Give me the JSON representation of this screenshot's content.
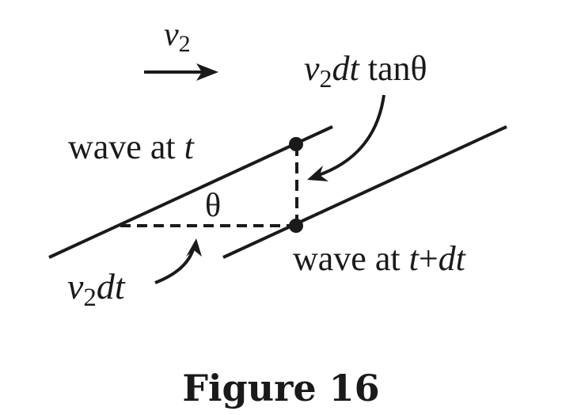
{
  "labels": {
    "velocity_v": "v",
    "velocity_sub": "2",
    "disp_v": "v",
    "disp_sub": "2",
    "disp_dt": "dt",
    "disp_tan": " tanθ",
    "wave_t_text": "wave at ",
    "wave_t_var": "t",
    "theta": "θ",
    "base_v": "v",
    "base_sub": "2",
    "base_dt": "dt",
    "wave_tdt_text": "wave at ",
    "wave_tdt_var1": "t",
    "wave_tdt_plus": "+",
    "wave_tdt_var2": "dt"
  },
  "caption": "Figure 16",
  "colors": {
    "ink": "#1a1a1a",
    "background": "#ffffff"
  }
}
